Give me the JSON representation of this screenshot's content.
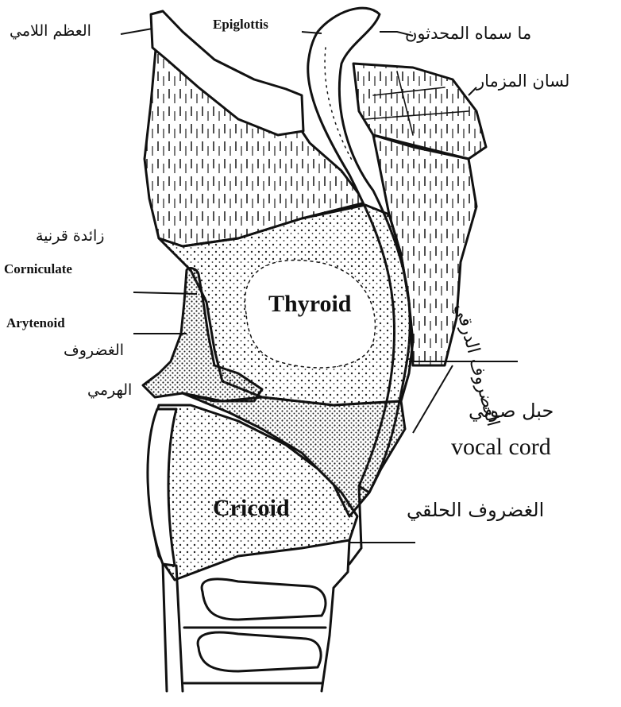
{
  "labels": {
    "hyoid_ar": "العظم اللامي",
    "epiglottis_en": "Epiglottis",
    "epiglottis_ar_note": "ما سماه المحدثون",
    "epiglottis_ar": "لسان المزمار",
    "corniculate_ar": "زائدة قرنية",
    "corniculate_en": "Corniculate",
    "arytenoid_en": "Arytenoid",
    "arytenoid_ar_1": "الغضروف",
    "arytenoid_ar_2": "الهرمي",
    "thyroid_en": "Thyroid",
    "thyroid_ar": "الغضروف الدرقي",
    "vocal_cord_ar": "حبل صوتي",
    "vocal_cord_en": "vocal cord",
    "cricoid_en": "Cricoid",
    "cricoid_ar": "الغضروف الحلقي"
  },
  "colors": {
    "ink": "#111111",
    "paper": "#ffffff"
  }
}
